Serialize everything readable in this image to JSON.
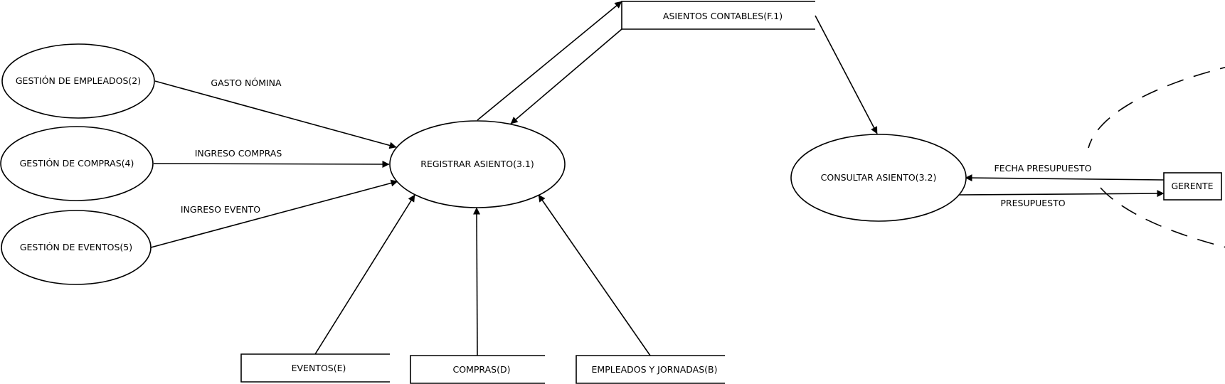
{
  "processes": {
    "empleados": "GESTIÓN DE EMPLEADOS(2)",
    "compras": "GESTIÓN DE COMPRAS(4)",
    "eventos": "GESTIÓN DE EVENTOS(5)",
    "registrar": "REGISTRAR ASIENTO(3.1)",
    "consultar": "CONSULTAR ASIENTO(3.2)"
  },
  "stores": {
    "asientos": "ASIENTOS CONTABLES(F.1)",
    "eventos": "EVENTOS(E)",
    "compras": "COMPRAS(D)",
    "empleados": "EMPLEADOS Y JORNADAS(B)"
  },
  "entities": {
    "gerente": "GERENTE"
  },
  "flows": {
    "gasto_nomina": "GASTO NÓMINA",
    "ingreso_compras": "INGRESO COMPRAS",
    "ingreso_evento": "INGRESO EVENTO",
    "fecha_presupuesto": "FECHA PRESUPUESTO",
    "presupuesto": "PRESUPUESTO"
  }
}
